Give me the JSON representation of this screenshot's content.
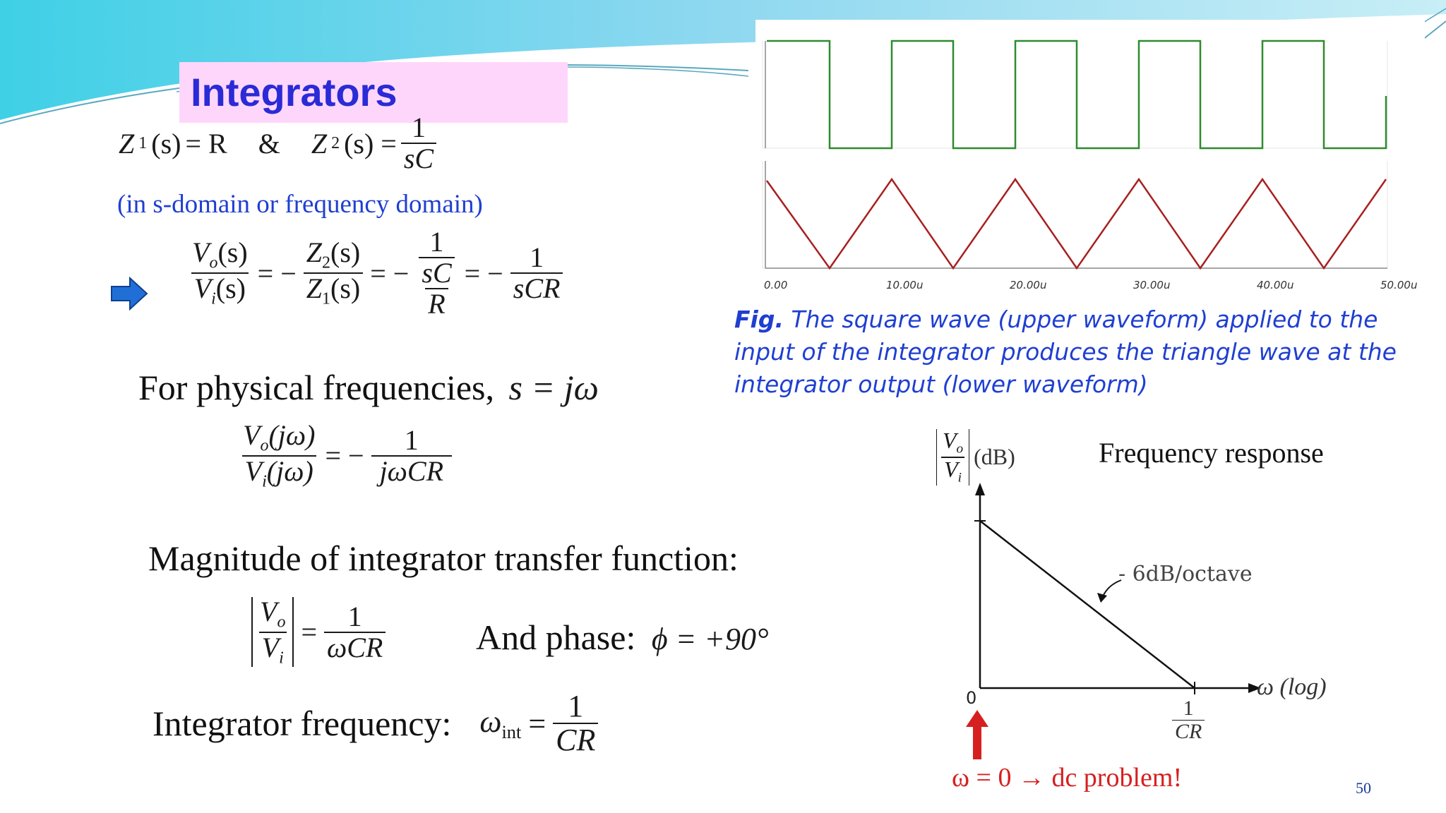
{
  "title": "Integrators",
  "impedances": {
    "z1_lhs": "Z",
    "z1_sub": "1",
    "z1_arg": "(s)",
    "z1_rhs": "= R",
    "amp": "&",
    "z2_lhs": "Z",
    "z2_sub": "2",
    "z2_arg": "(s) =",
    "z2_num": "1",
    "z2_den": "sC"
  },
  "domain_note": "(in s-domain or frequency domain)",
  "transfer": {
    "vo_num": "V",
    "vo_sub": "o",
    "vo_arg": "(s)",
    "vi_den": "V",
    "vi_sub": "i",
    "vi_arg": "(s)",
    "eq1": "= −",
    "z2": "Z",
    "z2_sub": "2",
    "z2_arg": "(s)",
    "z1": "Z",
    "z1_sub": "1",
    "z1_arg": "(s)",
    "eq2": "= −",
    "inner_num": "1",
    "inner_den": "sC",
    "outer_den": "R",
    "eq3": "= −",
    "final_num": "1",
    "final_den": "sCR"
  },
  "physical": {
    "text": "For physical frequencies,",
    "eq": "s = jω"
  },
  "jw": {
    "vo": "V",
    "vo_sub": "o",
    "vo_arg": "(jω)",
    "vi": "V",
    "vi_sub": "i",
    "vi_arg": "(jω)",
    "eq": "= −",
    "num": "1",
    "den": "jωCR"
  },
  "magnitude_heading": "Magnitude of integrator transfer function:",
  "mag_eq": {
    "vo": "V",
    "vo_sub": "o",
    "vi": "V",
    "vi_sub": "i",
    "eq": "=",
    "num": "1",
    "den": "ωCR"
  },
  "phase": {
    "label": "And phase:",
    "eq": "ϕ = +90°"
  },
  "integrator_freq": {
    "label": "Integrator frequency:",
    "omega": "ω",
    "omega_sub": "int",
    "eq": "=",
    "num": "1",
    "den": "CR"
  },
  "scope": {
    "x_ticks": [
      "0.00",
      "10.00u",
      "20.00u",
      "30.00u",
      "40.00u",
      "50.00u"
    ]
  },
  "caption": {
    "fig": "Fig.",
    "text": " The square wave (upper waveform) applied to the input of the integrator produces the triangle wave at the integrator output (lower waveform)"
  },
  "freq_response": {
    "title": "Frequency response",
    "y_label_vo": "V",
    "y_label_vo_sub": "o",
    "y_label_vi": "V",
    "y_label_vi_sub": "i",
    "y_label_unit": "(dB)",
    "slope_label": "- 6dB/octave",
    "origin": "0",
    "x_label": "ω (log)",
    "cr_num": "1",
    "cr_den": "CR",
    "dc_note": "ω = 0 → dc problem!"
  },
  "page_number": "50",
  "colors": {
    "title_bg": "#ffd6fb",
    "title_text": "#2a2ad6",
    "arrow": "#1f6fd6",
    "square": "#2e8b2e",
    "triangle": "#a82020",
    "dc_red": "#d62020",
    "page_num": "#1a3a9a"
  }
}
